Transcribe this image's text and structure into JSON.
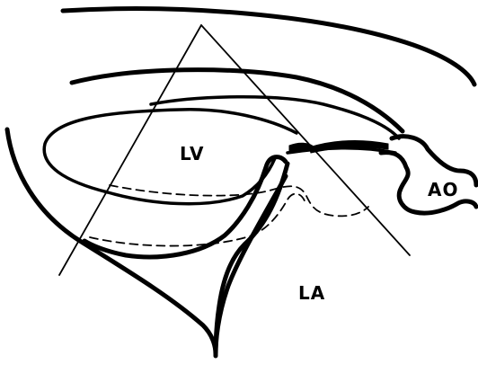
{
  "labels": {
    "left_ventricle": "LV",
    "left_atrium": "LA",
    "aorta": "AO"
  },
  "colors": {
    "ink": "#000000",
    "background": "#ffffff"
  }
}
